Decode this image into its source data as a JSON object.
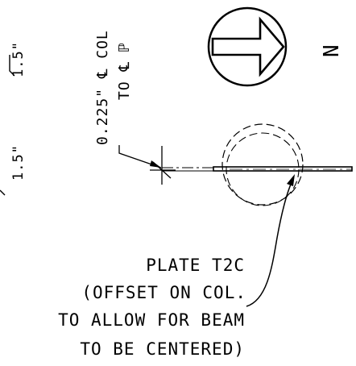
{
  "drawing": {
    "dimension_left_lower": "1.5\"",
    "dimension_left_upper": "1.5\"",
    "offset_note_line1": "0.225\" ℄ COL",
    "offset_note_line2": "TO ℄ ℙ",
    "north_label": "N",
    "plate_callout": [
      "PLATE T2C",
      "(OFFSET ON COL.",
      "TO ALLOW FOR BEAM",
      "TO BE CENTERED)"
    ]
  },
  "colors": {
    "line": "#000000",
    "background": "#ffffff"
  },
  "icons": {
    "north_arrow": "north-arrow-icon"
  }
}
